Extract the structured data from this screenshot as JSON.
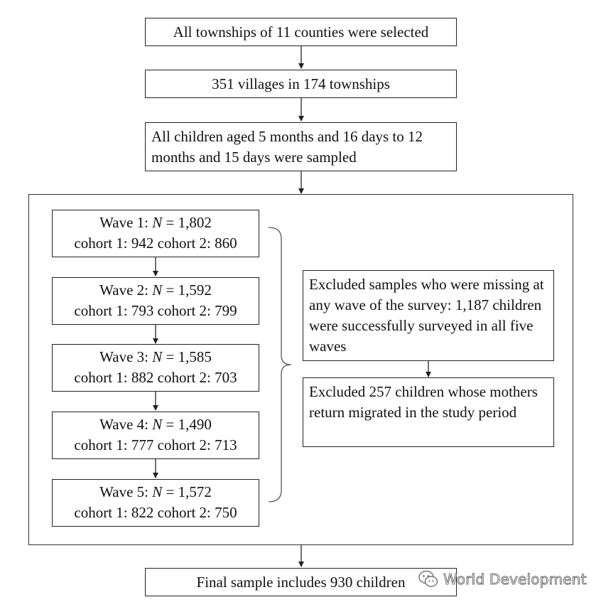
{
  "steps": {
    "step1": "All townships of 11 counties were selected",
    "step2": "351 villages in 174 townships",
    "step3": "All children aged 5 months and 16 days  to 12 months and 15 days were sampled"
  },
  "waves": [
    {
      "label": "Wave 1: ",
      "n_symbol": "N",
      "n_value": " = 1,802",
      "cohorts": "cohort 1: 942  cohort 2: 860"
    },
    {
      "label": "Wave 2: ",
      "n_symbol": "N",
      "n_value": " = 1,592",
      "cohorts": "cohort 1: 793  cohort 2: 799"
    },
    {
      "label": "Wave 3: ",
      "n_symbol": "N",
      "n_value": " = 1,585",
      "cohorts": "cohort 1: 882  cohort 2: 703"
    },
    {
      "label": "Wave 4: ",
      "n_symbol": "N",
      "n_value": " = 1,490",
      "cohorts": "cohort 1: 777  cohort 2: 713"
    },
    {
      "label": "Wave 5: ",
      "n_symbol": "N",
      "n_value": " = 1,572",
      "cohorts": "cohort 1: 822  cohort 2: 750"
    }
  ],
  "exclusions": {
    "first": "Excluded samples who were missing at any wave of the survey: 1,187 children were successfully surveyed in all five waves",
    "second": "Excluded 257 children whose mothers return migrated in the study period"
  },
  "final": "Final sample includes 930 children",
  "watermark": "World Development"
}
